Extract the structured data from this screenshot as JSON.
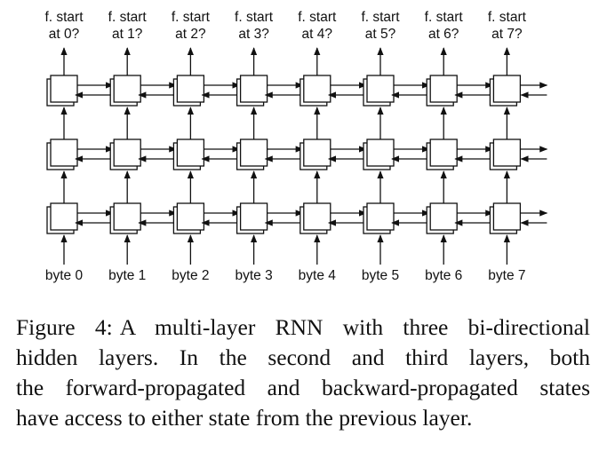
{
  "diagram": {
    "outputs": [
      [
        "f. start",
        "at 0?"
      ],
      [
        "f. start",
        "at 1?"
      ],
      [
        "f. start",
        "at 2?"
      ],
      [
        "f. start",
        "at 3?"
      ],
      [
        "f. start",
        "at 4?"
      ],
      [
        "f. start",
        "at 5?"
      ],
      [
        "f. start",
        "at 6?"
      ],
      [
        "f. start",
        "at 7?"
      ]
    ],
    "inputs": [
      "byte 0",
      "byte 1",
      "byte 2",
      "byte 3",
      "byte 4",
      "byte 5",
      "byte 6",
      "byte 7"
    ],
    "layers": 3
  },
  "caption": {
    "label": "Figure 4:",
    "lines": [
      "A multi-layer RNN with three bi-directional",
      "hidden layers.  In the second and third layers, both",
      "the forward-propagated and backward-propagated states",
      "have access to either state from the previous layer."
    ]
  }
}
